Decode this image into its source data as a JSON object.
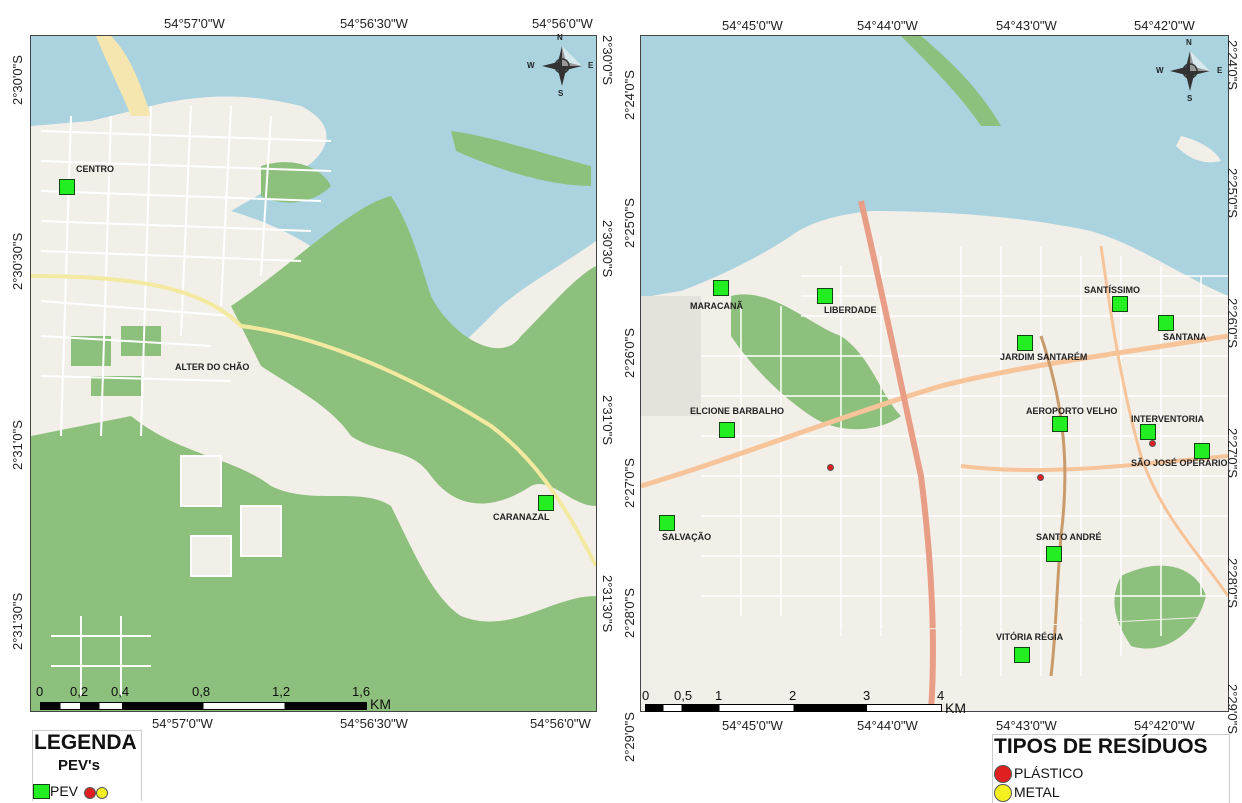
{
  "left_map": {
    "top_coords": [
      "54°57'0\"W",
      "54°56'30\"W",
      "54°56'0\"W"
    ],
    "bottom_coords": [
      "54°57'0\"W",
      "54°56'30\"W",
      "54°56'0\"W"
    ],
    "side_coords": [
      "2°30'0\"S",
      "2°30'30\"S",
      "2°31'0\"S",
      "2°31'30\"S"
    ],
    "places": [
      "CENTRO",
      "ALTER DO CHÃO",
      "CARANAZAL"
    ],
    "scale_ticks": [
      "0",
      "0,2",
      "0,4",
      "0,8",
      "1,2",
      "1,6"
    ],
    "scale_unit": "KM",
    "compass": {
      "n": "N",
      "s": "S",
      "e": "E",
      "w": "W"
    }
  },
  "right_map": {
    "top_coords": [
      "54°45'0\"W",
      "54°44'0\"W",
      "54°43'0\"W",
      "54°42'0\"W"
    ],
    "bottom_coords": [
      "54°45'0\"W",
      "54°44'0\"W",
      "54°43'0\"W",
      "54°42'0\"W"
    ],
    "side_coords": [
      "2°24'0\"S",
      "2°25'0\"S",
      "2°26'0\"S",
      "2°27'0\"S",
      "2°28'0\"S",
      "2°29'0\"S"
    ],
    "places": [
      "MARACANÃ",
      "LIBERDADE",
      "SANTÍSSIMO",
      "SANTANA",
      "JARDIM SANTARÉM",
      "ELCIONE BARBALHO",
      "AEROPORTO VELHO",
      "INTERVENTORIA",
      "SÃO JOSÉ OPERÁRIO",
      "SALVAÇÃO",
      "SANTO ANDRÉ",
      "VITÓRIA RÉGIA"
    ],
    "scale_ticks": [
      "0",
      "0,5",
      "1",
      "2",
      "3",
      "4"
    ],
    "scale_unit": "KM",
    "compass": {
      "n": "N",
      "s": "S",
      "e": "E",
      "w": "W"
    }
  },
  "legend": {
    "title": "LEGENDA",
    "subtitle": "PEV's",
    "item_label": "PEV"
  },
  "waste_types": {
    "title": "TIPOS DE RESÍDUOS",
    "items": [
      {
        "label": "PLÁSTICO",
        "color": "#e02020"
      },
      {
        "label": "METAL",
        "color": "#f5f020"
      }
    ]
  },
  "colors": {
    "water": "#aad3df",
    "forest": "#8dc07d",
    "land": "#f2efe9",
    "pev": "#22ee22"
  }
}
